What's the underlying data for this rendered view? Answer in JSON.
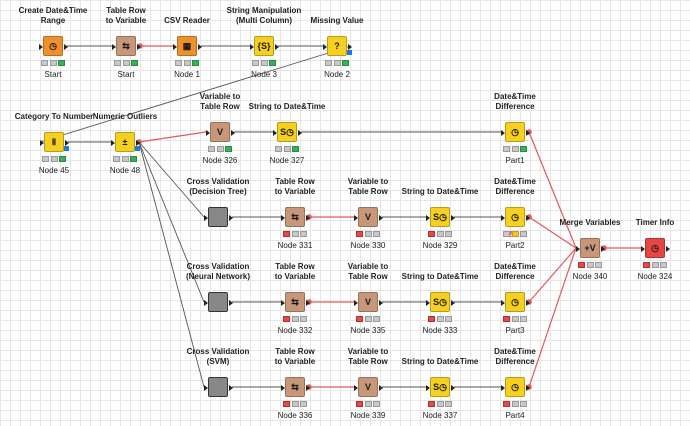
{
  "workflow": {
    "nodes": [
      {
        "id": "start1",
        "title": "Create Date&Time\nRange",
        "label": "Start",
        "color": "#f0902c",
        "glyph": "◷",
        "icon": "calendar-range-icon",
        "status": "green"
      },
      {
        "id": "start2",
        "title": "Table Row\nto Variable",
        "label": "Start",
        "color": "#c8977a",
        "glyph": "⇆",
        "icon": "table-to-variable-icon",
        "status": "green"
      },
      {
        "id": "n1",
        "title": "CSV Reader",
        "label": "Node 1",
        "color": "#f0902c",
        "glyph": "▦",
        "icon": "csv-reader-icon",
        "status": "green"
      },
      {
        "id": "n3",
        "title": "String Manipulation\n(Multi Column)",
        "label": "Node 3",
        "color": "#f5d020",
        "glyph": "{S}",
        "icon": "string-manipulation-icon",
        "status": "green"
      },
      {
        "id": "n2",
        "title": "Missing Value",
        "label": "Node 2",
        "color": "#f5d020",
        "glyph": "?",
        "icon": "missing-value-icon",
        "status": "green"
      },
      {
        "id": "n45",
        "title": "Category To Number",
        "label": "Node 45",
        "color": "#f5d020",
        "glyph": "Ⅱ",
        "icon": "category-to-number-icon",
        "status": "green"
      },
      {
        "id": "n48",
        "title": "Numeric Outliers",
        "label": "Node 48",
        "color": "#f5d020",
        "glyph": "±",
        "icon": "numeric-outliers-icon",
        "status": "green"
      },
      {
        "id": "n326",
        "title": "Variable to\nTable Row",
        "label": "Node 326",
        "color": "#c8977a",
        "glyph": "V",
        "icon": "variable-to-table-icon",
        "status": "green"
      },
      {
        "id": "n327",
        "title": "String to Date&Time",
        "label": "Node 327",
        "color": "#f5d020",
        "glyph": "S◷",
        "icon": "string-to-datetime-icon",
        "status": "green"
      },
      {
        "id": "p1",
        "title": "Date&Time\nDifference",
        "label": "Part1",
        "color": "#f5d020",
        "glyph": "◷",
        "icon": "datetime-difference-icon",
        "status": "green"
      },
      {
        "id": "cvdt",
        "title": "Cross Validation\n(Decision Tree)",
        "label": "",
        "color": "#888888",
        "glyph": "",
        "icon": "meta-node-icon",
        "status": "none"
      },
      {
        "id": "n331",
        "title": "Table Row\nto Variable",
        "label": "Node 331",
        "color": "#c8977a",
        "glyph": "⇆",
        "icon": "table-to-variable-icon",
        "status": "red"
      },
      {
        "id": "n330",
        "title": "Variable to\nTable Row",
        "label": "Node 330",
        "color": "#c8977a",
        "glyph": "V",
        "icon": "variable-to-table-icon",
        "status": "red"
      },
      {
        "id": "n329",
        "title": "String to Date&Time",
        "label": "Node 329",
        "color": "#f5d020",
        "glyph": "S◷",
        "icon": "string-to-datetime-icon",
        "status": "red"
      },
      {
        "id": "p2",
        "title": "Date&Time\nDifference",
        "label": "Part2",
        "color": "#f5d020",
        "glyph": "◷",
        "icon": "datetime-difference-icon",
        "status": "amber",
        "warn": "!"
      },
      {
        "id": "mv",
        "title": "Merge Variables",
        "label": "Node 340",
        "color": "#c8977a",
        "glyph": "+V",
        "icon": "merge-variables-icon",
        "status": "red"
      },
      {
        "id": "timer",
        "title": "Timer Info",
        "label": "Node 324",
        "color": "#e94444",
        "glyph": "◷",
        "icon": "timer-info-icon",
        "status": "red"
      },
      {
        "id": "cvnn",
        "title": "Cross Validation\n(Neural Network)",
        "label": "",
        "color": "#888888",
        "glyph": "",
        "icon": "meta-node-icon",
        "status": "none"
      },
      {
        "id": "n332",
        "title": "Table Row\nto Variable",
        "label": "Node 332",
        "color": "#c8977a",
        "glyph": "⇆",
        "icon": "table-to-variable-icon",
        "status": "red"
      },
      {
        "id": "n335",
        "title": "Variable to\nTable Row",
        "label": "Node 335",
        "color": "#c8977a",
        "glyph": "V",
        "icon": "variable-to-table-icon",
        "status": "red"
      },
      {
        "id": "n333",
        "title": "String to Date&Time",
        "label": "Node 333",
        "color": "#f5d020",
        "glyph": "S◷",
        "icon": "string-to-datetime-icon",
        "status": "red"
      },
      {
        "id": "p3",
        "title": "Date&Time\nDifference",
        "label": "Part3",
        "color": "#f5d020",
        "glyph": "◷",
        "icon": "datetime-difference-icon",
        "status": "red"
      },
      {
        "id": "cvsvm",
        "title": "Cross Validation\n(SVM)",
        "label": "",
        "color": "#888888",
        "glyph": "",
        "icon": "meta-node-icon",
        "status": "none"
      },
      {
        "id": "n336",
        "title": "Table Row\nto Variable",
        "label": "Node 336",
        "color": "#c8977a",
        "glyph": "⇆",
        "icon": "table-to-variable-icon",
        "status": "red"
      },
      {
        "id": "n339",
        "title": "Variable to\nTable Row",
        "label": "Node 339",
        "color": "#c8977a",
        "glyph": "V",
        "icon": "variable-to-table-icon",
        "status": "red"
      },
      {
        "id": "n337",
        "title": "String to Date&Time",
        "label": "Node 337",
        "color": "#f5d020",
        "glyph": "S◷",
        "icon": "string-to-datetime-icon",
        "status": "red"
      },
      {
        "id": "p4",
        "title": "Date&Time\nDifference",
        "label": "Part4",
        "color": "#f5d020",
        "glyph": "◷",
        "icon": "datetime-difference-icon",
        "status": "red"
      }
    ],
    "connections": [
      [
        "start1",
        "start2",
        "data"
      ],
      [
        "start2",
        "n1",
        "flow"
      ],
      [
        "n1",
        "n3",
        "data"
      ],
      [
        "n3",
        "n2",
        "data"
      ],
      [
        "n2",
        "n45",
        "data"
      ],
      [
        "n45",
        "n48",
        "data"
      ],
      [
        "n48",
        "n326",
        "flow"
      ],
      [
        "n326",
        "n327",
        "data"
      ],
      [
        "n327",
        "p1",
        "data"
      ],
      [
        "n48",
        "cvdt",
        "data"
      ],
      [
        "n48",
        "cvnn",
        "data"
      ],
      [
        "n48",
        "cvsvm",
        "data"
      ],
      [
        "cvdt",
        "n331",
        "data"
      ],
      [
        "n331",
        "n330",
        "flow"
      ],
      [
        "n330",
        "n329",
        "data"
      ],
      [
        "n329",
        "p2",
        "data"
      ],
      [
        "cvnn",
        "n332",
        "data"
      ],
      [
        "n332",
        "n335",
        "flow"
      ],
      [
        "n335",
        "n333",
        "data"
      ],
      [
        "n333",
        "p3",
        "data"
      ],
      [
        "cvsvm",
        "n336",
        "data"
      ],
      [
        "n336",
        "n339",
        "flow"
      ],
      [
        "n339",
        "n337",
        "data"
      ],
      [
        "n337",
        "p4",
        "data"
      ],
      [
        "p1",
        "mv",
        "flow"
      ],
      [
        "p2",
        "mv",
        "flow"
      ],
      [
        "p3",
        "mv",
        "flow"
      ],
      [
        "p4",
        "mv",
        "flow"
      ],
      [
        "mv",
        "timer",
        "flow"
      ]
    ]
  }
}
